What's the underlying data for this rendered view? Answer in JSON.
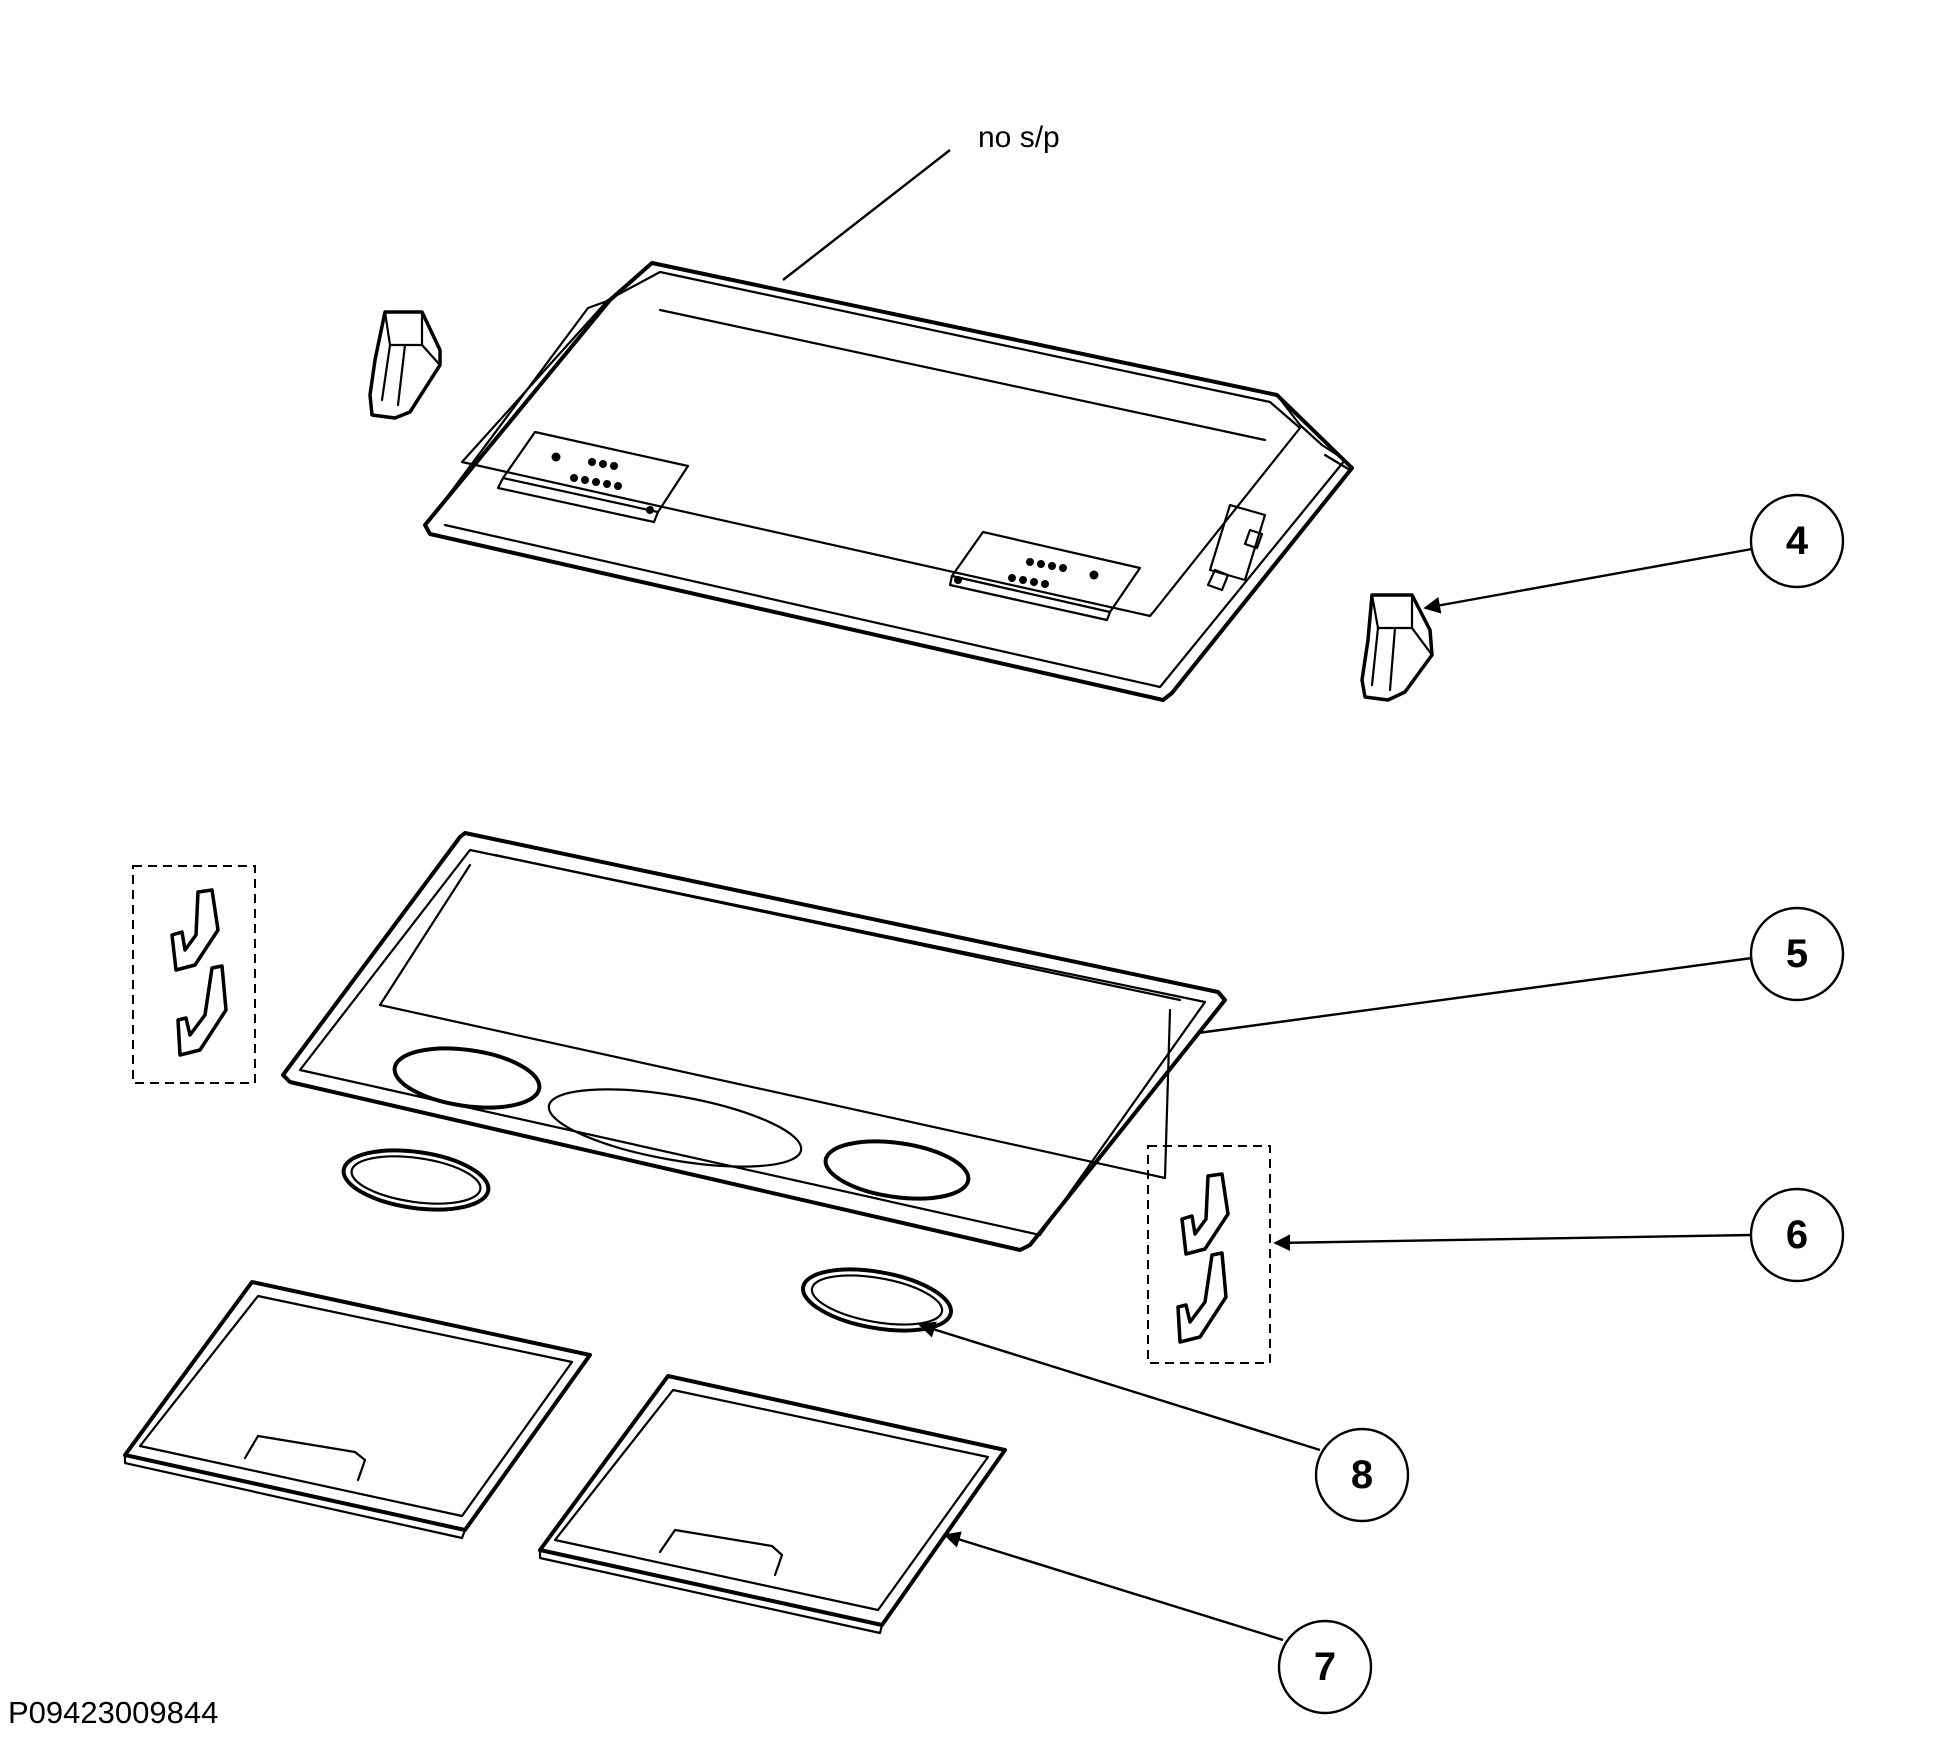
{
  "note": "no s/p",
  "drawing_code": "P09423009844",
  "callouts": {
    "c4": "4",
    "c5": "5",
    "c6": "6",
    "c7": "7",
    "c8": "8"
  }
}
